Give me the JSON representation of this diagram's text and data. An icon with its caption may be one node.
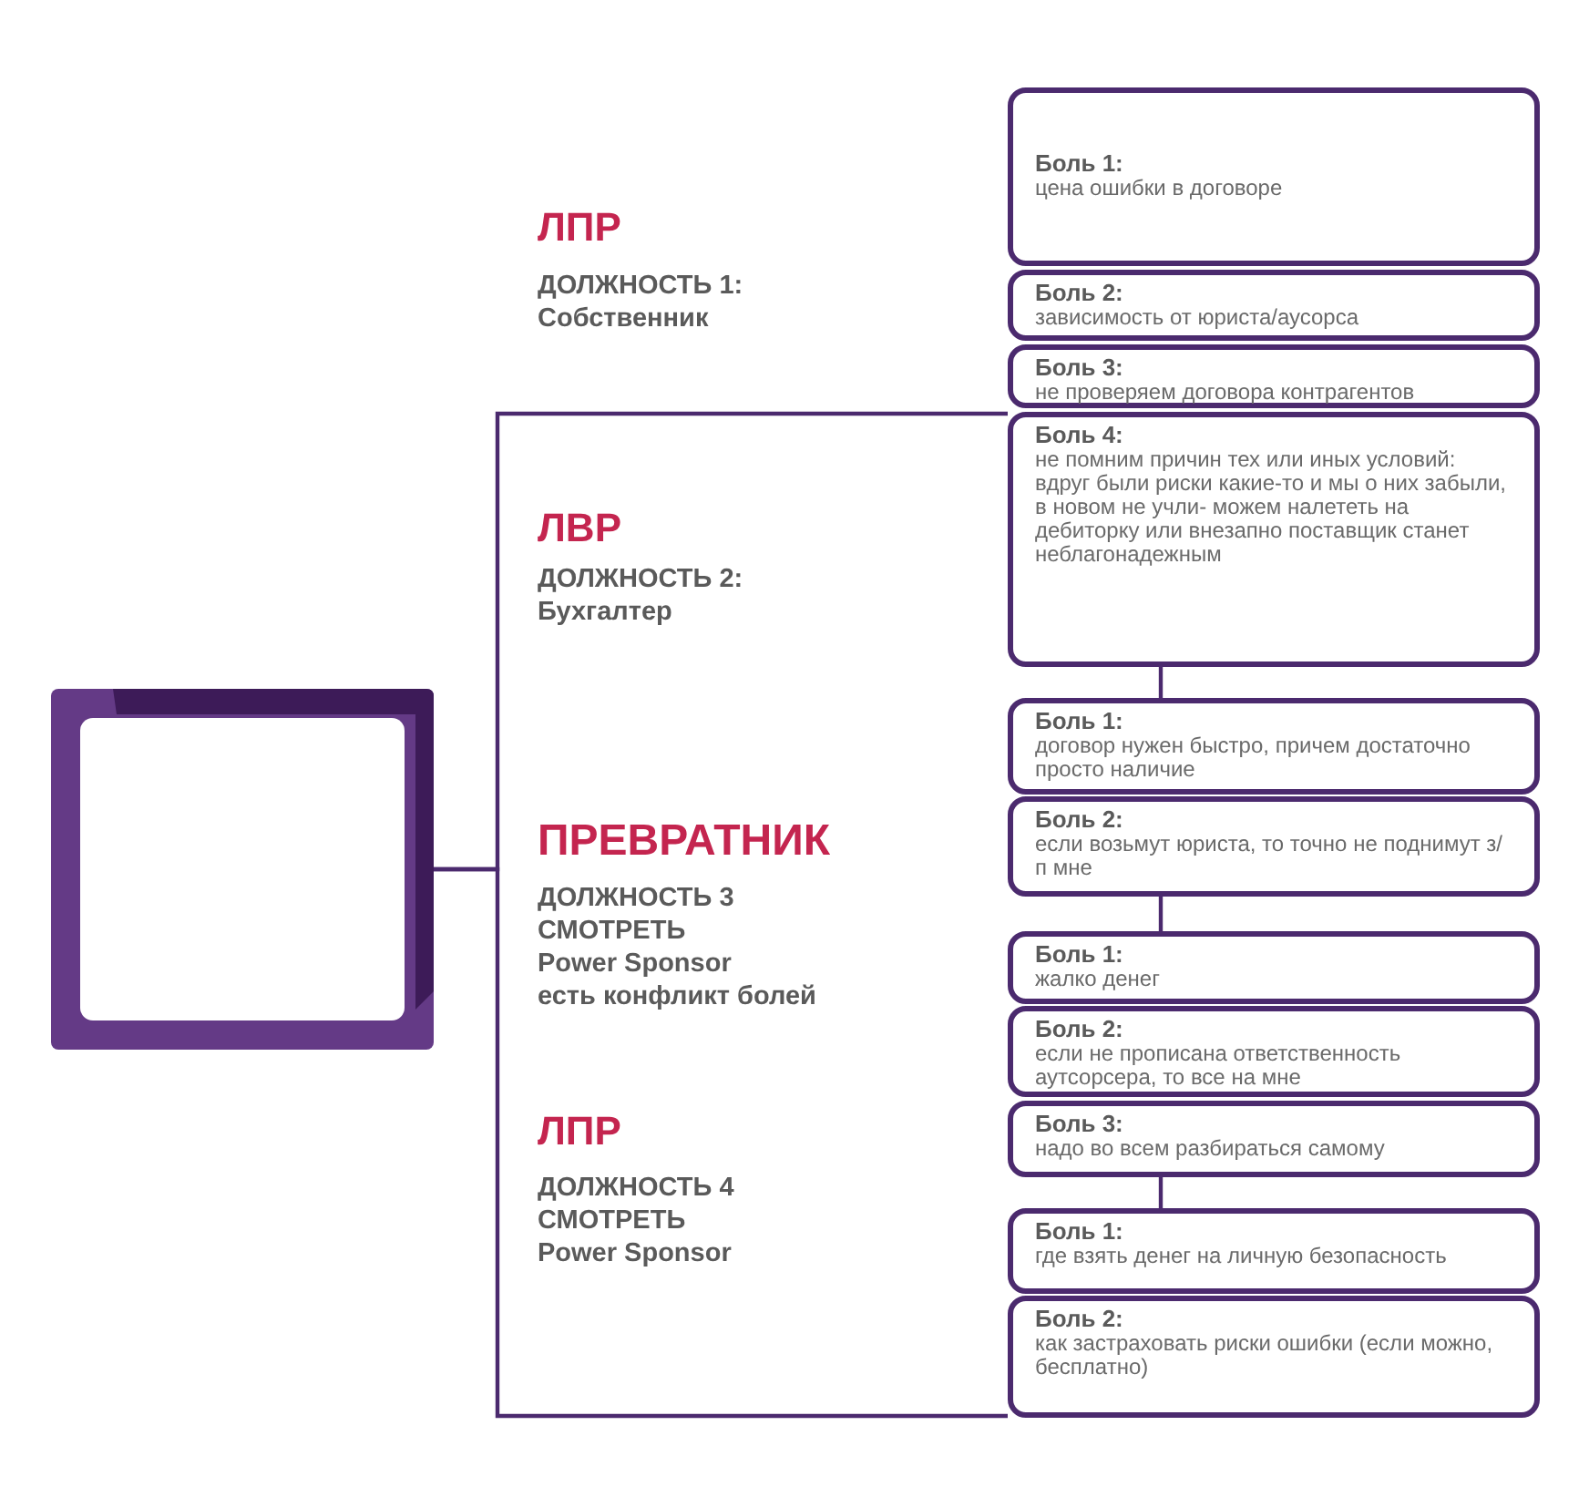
{
  "diagram": {
    "nodes": [
      {
        "text": [],
        "shape": "box"
      },
      {
        "text": [
          "Боль 1:",
          "цена ошибки в договоре"
        ]
      },
      {
        "text": [
          "Боль 2:",
          "зависимость от юриста/аусорса"
        ]
      },
      {
        "text": [
          "Боль 3:",
          "не проверяем договора контрагентов"
        ]
      },
      {
        "text": [
          "Боль 4:",
          "не помним причин тех или иных условий: вдруг были риски какие-то и мы о них забыли, в новом не учли- можем налететь на дебиторку или внезапно поставщик станет неблагонадежным"
        ]
      },
      {
        "text": [
          "Боль 1:",
          "договор нужен быстро, причем достаточно просто наличие"
        ]
      },
      {
        "text": [
          "Боль 2:",
          "если возьмут юриста, то точно не поднимут з/п мне"
        ]
      },
      {
        "text": [
          "Боль 1:",
          "жалко денег"
        ]
      },
      {
        "text": [
          "Боль 2:",
          "если не прописана ответственность аутсорсера, то все на мне"
        ]
      },
      {
        "text": [
          "Боль 3:",
          "надо во всем разбираться самому"
        ]
      },
      {
        "text": [
          "Боль 1:",
          "где взять денег на личную безопасность"
        ]
      },
      {
        "text": [
          "Боль 2:",
          "как застраховать риски ошибки (если можно, бесплатно)"
        ]
      }
    ],
    "edges": [
      {
        "from": 0,
        "to": 4,
        "arrow": "none"
      },
      {
        "from": 0,
        "to": 11,
        "arrow": "none"
      },
      {
        "from": 4,
        "to": 5,
        "arrow": "none"
      },
      {
        "from": 6,
        "to": 7,
        "arrow": "none"
      },
      {
        "from": 9,
        "to": 10,
        "arrow": "none"
      }
    ],
    "labels": [
      "ЛПР",
      "ДОЛЖНОСТЬ 1:",
      "Собственник",
      "ЛВР",
      "ДОЛЖНОСТЬ 2:",
      "Бухгалтер",
      "ПРЕВРАТНИК",
      "ДОЛЖНОСТЬ 3",
      "СМОТРЕТЬ",
      "Power Sponsor",
      "есть конфликт болей",
      "ЛПР",
      "ДОЛЖНОСТЬ 4",
      "СМОТРЕТЬ",
      "Power Sponsor"
    ]
  }
}
